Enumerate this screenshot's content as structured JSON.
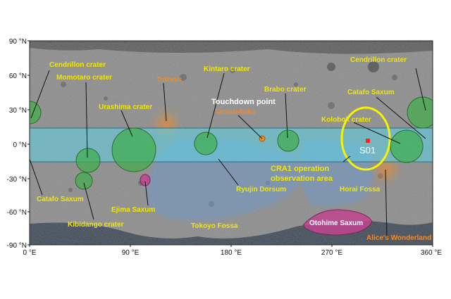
{
  "map": {
    "lat_axis": [
      "90 °N",
      "60 °N",
      "30 °N",
      "0 °N",
      "-30 °N",
      "-60 °N",
      "-90 °N"
    ],
    "lon_axis": [
      "0 °E",
      "90 °E",
      "180 °E",
      "270 °E",
      "360 °E"
    ]
  },
  "colors": {
    "label_yellow": "#f2e600",
    "label_orange": "#f08a28",
    "label_white": "#ffffff",
    "band_cyan": "#5fd3e8",
    "green_features": "#3fae4a",
    "pink_features": "#c0448f",
    "highlight_yellow": "#f5f500",
    "blue_regions": "#6a9ad4",
    "orange_regions": "#f08a28"
  },
  "labels": {
    "cendrillon_left": "Cendrillon crater",
    "cendrillon_right": "Cendrillon crater",
    "tritonis": "Tritonis",
    "kintaro": "Kintaro crater",
    "momotaro": "Momotaro crater",
    "urashima": "Urashima crater",
    "brabo": "Brabo crater",
    "catafo_right": "Catafo Saxum",
    "touchdown": "Touchdown point",
    "tamatebako": "Tamatebako",
    "kolobok": "Kolobok crater",
    "s01": "S01",
    "cra1_line1": "CRA1 operation",
    "cra1_line2": "observation area",
    "ryujin": "Ryujin Dorsum",
    "horai": "Horai Fossa",
    "catafo_left": "Catafo Saxum",
    "ejima": "Ejima Saxum",
    "kibidango": "Kibidango crater",
    "tokoyo": "Tokoyo Fossa",
    "otohime": "Otohime Saxum",
    "alice": "Alice's Wonderland"
  }
}
